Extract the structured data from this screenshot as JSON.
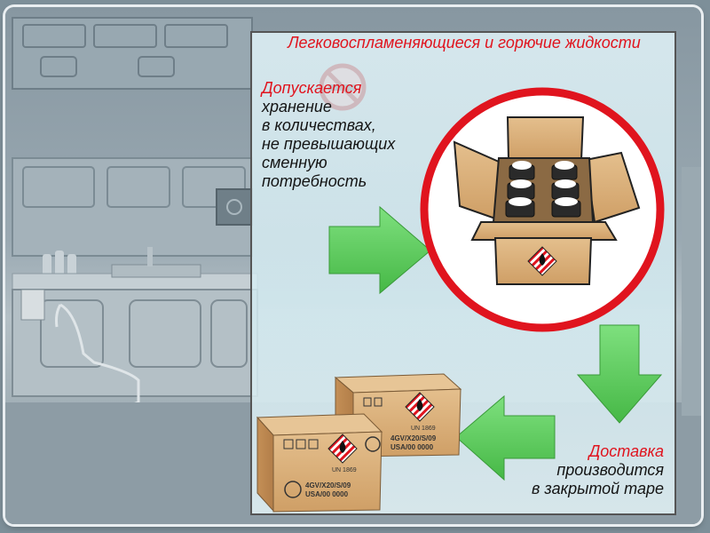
{
  "title": "Легковоспламеняющиеся и горючие жидкости",
  "allowed": {
    "heading": "Допускается",
    "lines": [
      "хранение",
      "в количествах,",
      "не превышающих",
      "сменную",
      "потребность"
    ]
  },
  "delivery": {
    "heading": "Доставка",
    "lines": [
      "производится",
      "в закрытой таре"
    ]
  },
  "boxes": {
    "un_code": "UN 1869",
    "spec_code": "4GV/X20/S/09",
    "country_code": "USA/00 0000"
  },
  "colors": {
    "accent_red": "#e0141e",
    "arrow_green": "#5fcf5f",
    "cardboard": "#d9b07c"
  },
  "icons": [
    "no-smoking-icon",
    "hazard-diamond-icon",
    "arrow-right-icon",
    "arrow-down-icon",
    "arrow-left-icon"
  ]
}
